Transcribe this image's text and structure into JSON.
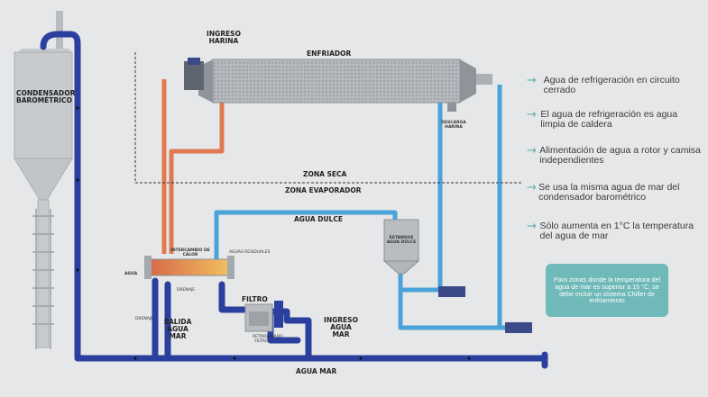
{
  "labels": {
    "condensador": "CONDENSADOR BAROMÉTRICO",
    "ingreso_harina": "INGRESO HARINA",
    "enfriador": "ENFRIADOR",
    "descarga_harina": "DESCARGA HARINA",
    "zona_seca": "ZONA SECA",
    "zona_evaporador": "ZONA EVAPORADOR",
    "agua_dulce": "AGUA DULCE",
    "estanque": "ESTANQUE AGUA DULCE",
    "intercambio": "INTERCAMBIO DE CALOR",
    "agua": "AGUA",
    "salida_agua_mar": "SALIDA AGUA MAR",
    "filtro": "FILTRO",
    "ingreso_agua_mar": "INGRESO AGUA MAR",
    "agua_mar": "AGUA MAR",
    "drenaje": "DRENAJE",
    "aguas_residuales": "AGUAS RESIDUALES",
    "drenaje2": "DRENAJE",
    "retrolavado": "RETROLAVADO FILTRO"
  },
  "notes": [
    "Agua de refrigeración en circuito cerrado",
    "El agua de refrigeración es agua limpia de caldera",
    "Alimentación de agua a rotor y camisa independientes",
    "Se usa la misma agua de mar del condensador barométrico",
    "Sólo aumenta en 1°C la temperatura del agua de mar"
  ],
  "callout": "Para zonas donde la temperatura del agua de mar es superior a 15 °C, se debe incluir un sistema Chiller de enfriamiento",
  "colors": {
    "sea_water": "#2b3f9e",
    "fresh_water": "#4aa3d8",
    "hot_water": "#e07a52",
    "accent": "#59b3b0"
  }
}
